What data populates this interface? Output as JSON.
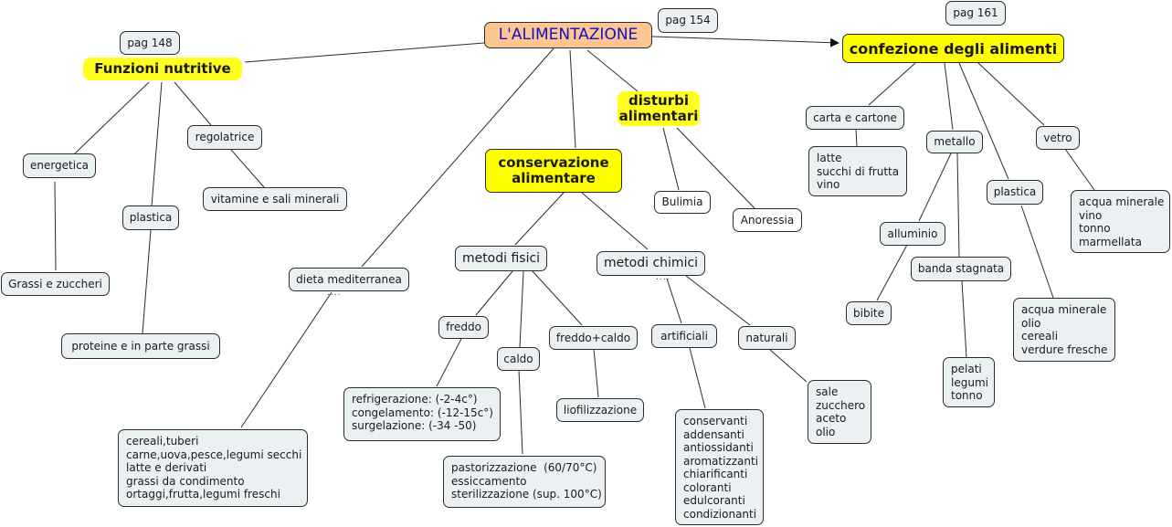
{
  "root": {
    "label": "L'ALIMENTAZIONE",
    "color": "#fdc691",
    "text_color": "#1010c8"
  },
  "page_refs": {
    "funzioni": "pag 148",
    "disturbi": "pag 154",
    "confezione": "pag 161"
  },
  "funzioni": {
    "title": "Funzioni nutritive",
    "energetica": "energetica",
    "energetica_detail": "Grassi e zuccheri",
    "plastica": "plastica",
    "plastica_detail": "proteine e in parte grassi",
    "regolatrice": "regolatrice",
    "regolatrice_detail": "vitamine e sali minerali"
  },
  "dieta": {
    "title": "dieta mediterranea",
    "detail": "cereali,tuberi\ncarne,uova,pesce,legumi secchi\nlatte e derivati\ngrassi da condimento\nortaggi,frutta,legumi freschi"
  },
  "conservazione": {
    "title": "conservazione\nalimentare",
    "fisici": "metodi fisici",
    "freddo": "freddo",
    "freddo_detail": "refrigerazione: (-2-4c°)\ncongelamento: (-12-15c°)\nsurgelazione: (-34 -50)",
    "caldo": "caldo",
    "caldo_detail": "pastorizzazione  (60/70°C)\nessiccamento\nsterilizzazione (sup. 100°C)",
    "freddo_caldo": "freddo+caldo",
    "freddo_caldo_detail": "liofilizzazione",
    "chimici": "metodi chimici",
    "artificiali": "artificiali",
    "artificiali_detail": "conservanti\naddensanti\nantiossidanti\naromatizzanti\nchiarificanti\ncoloranti\nedulcoranti\ncondizionanti",
    "naturali": "naturali",
    "naturali_detail": "sale\nzucchero\naceto\nolio"
  },
  "disturbi": {
    "title": "disturbi\nalimentari",
    "bulimia": "Bulimia",
    "anoressia": "Anoressia"
  },
  "confezione": {
    "title": "confezione degli alimenti",
    "carta": "carta e cartone",
    "carta_detail": "latte\nsucchi di frutta\nvino",
    "metallo": "metallo",
    "alluminio": "alluminio",
    "alluminio_detail": "bibite",
    "banda": "banda stagnata",
    "banda_detail": "pelati\nlegumi\ntonno",
    "plastica": "plastica",
    "plastica_detail": "acqua minerale\nolio\ncereali\nverdure fresche",
    "vetro": "vetro",
    "vetro_detail": "acqua minerale\nvino\ntonno\nmarmellata"
  },
  "colors": {
    "highlight": "#ffff00",
    "node_fill": "#ebf1f3",
    "line": "#2b2b2b"
  }
}
